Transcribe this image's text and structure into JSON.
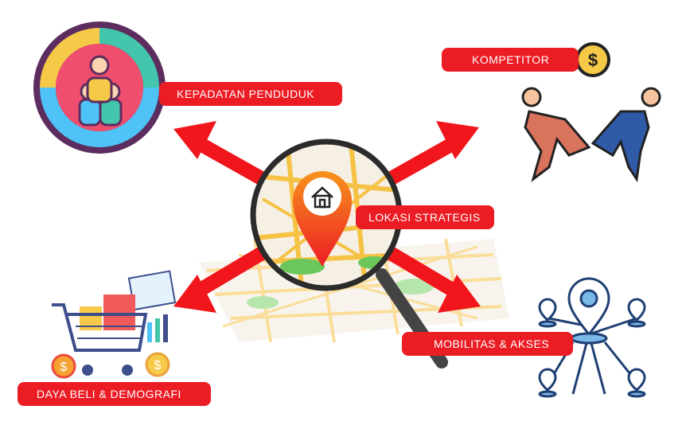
{
  "labels": {
    "population": "KEPADATAN PENDUDUK",
    "competitor": "KOMPETITOR",
    "location": "LOKASI STRATEGIS",
    "mobility": "MOBILITAS & AKSES",
    "purchasing": "DAYA BELI & DEMOGRAFI"
  },
  "colors": {
    "accent": "#ec1c24",
    "arrow": "#f0161b",
    "pin": "#f25a1e"
  }
}
